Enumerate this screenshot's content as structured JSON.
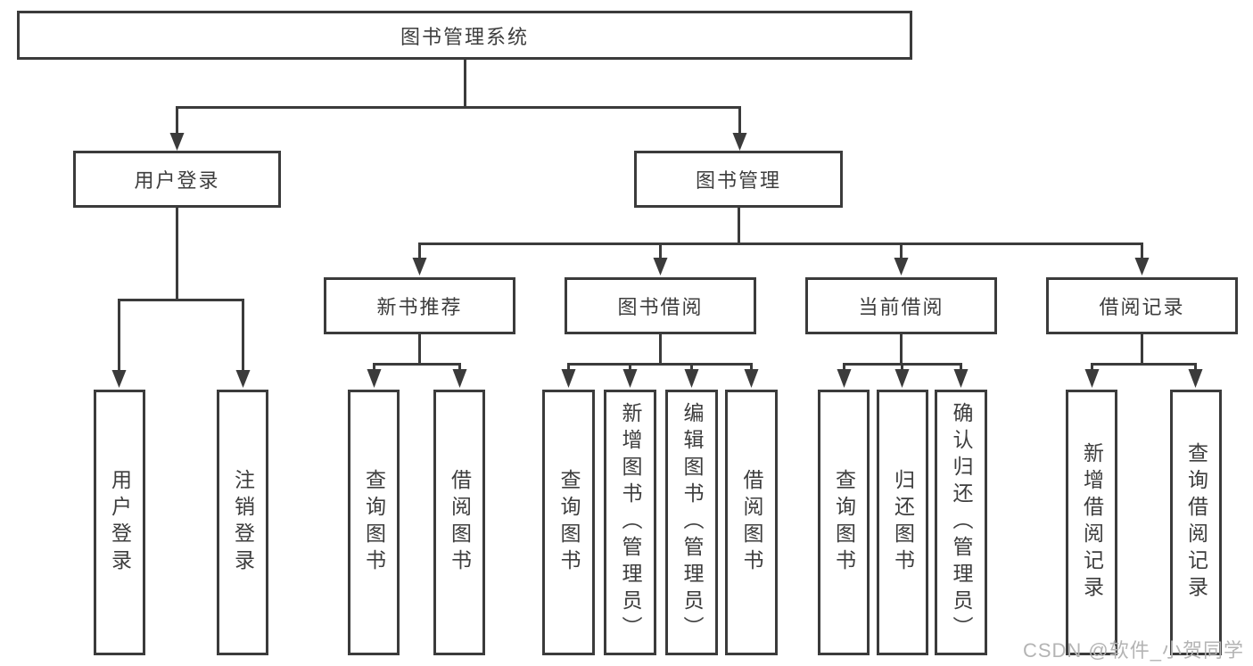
{
  "diagram": {
    "title": "图书管理系统",
    "branches": [
      {
        "label": "用户登录",
        "children": [
          "用户登录",
          "注销登录"
        ]
      },
      {
        "label": "图书管理",
        "groups": [
          {
            "label": "新书推荐",
            "children": [
              "查询图书",
              "借阅图书"
            ]
          },
          {
            "label": "图书借阅",
            "children": [
              "查询图书",
              "新增图书（管理员）",
              "编辑图书（管理员）",
              "借阅图书"
            ]
          },
          {
            "label": "当前借阅",
            "children": [
              "查询图书",
              "归还图书",
              "确认归还（管理员）"
            ]
          },
          {
            "label": "借阅记录",
            "children": [
              "新增借阅记录",
              "查询借阅记录"
            ]
          }
        ]
      }
    ]
  },
  "watermark": "CSDN @软件_小贺同学",
  "colors": {
    "line": "#3b3b3b",
    "text": "#3d3d3d",
    "watermark": "#b4b4b4",
    "background": "#ffffff"
  }
}
